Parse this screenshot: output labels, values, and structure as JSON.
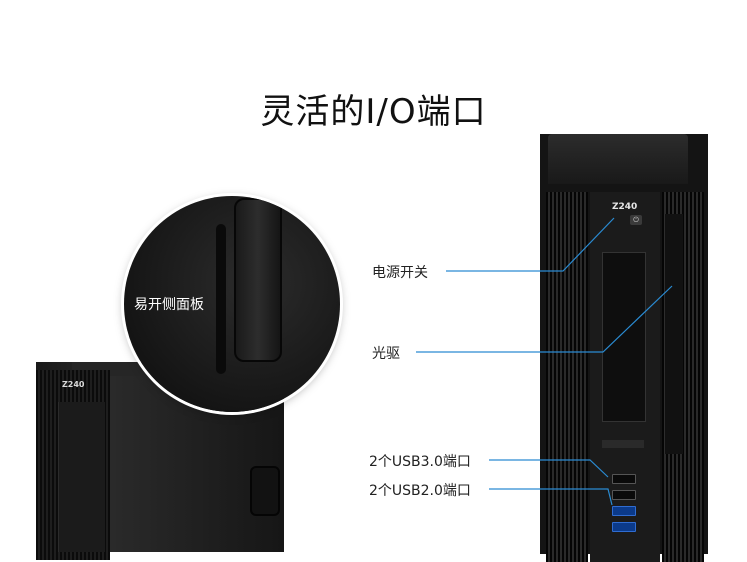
{
  "heading": {
    "title": "灵活的I/O端口"
  },
  "left_tower": {
    "brand": "Z240"
  },
  "zoom": {
    "label": "易开侧面板"
  },
  "right_tower": {
    "brand": "Z240",
    "power_glyph": "⏻"
  },
  "callouts": {
    "power": "电源开关",
    "optical": "光驱",
    "usb3": "2个USB3.0端口",
    "usb2": "2个USB2.0端口"
  },
  "colors": {
    "accent_line": "#2a8bd2",
    "usb3_port": "#0b3a8a"
  },
  "icons": [
    "power-button-icon",
    "usb-port-icon"
  ]
}
